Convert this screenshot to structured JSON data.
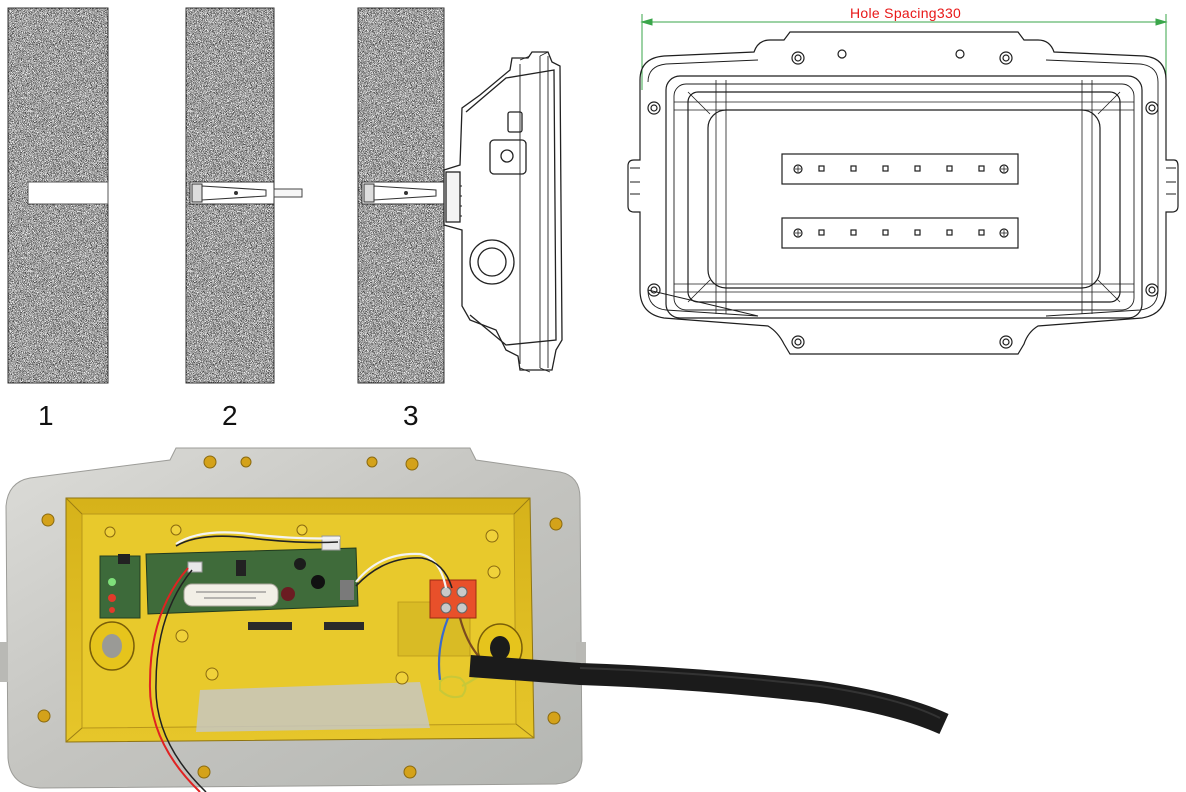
{
  "steps": {
    "labels": [
      "1",
      "2",
      "3"
    ]
  },
  "drawing": {
    "dimension_label": "Hole Spacing330"
  },
  "colors": {
    "dimension_text": "#e81818",
    "dimension_line": "#3aa64a",
    "outline": "#222222",
    "housing_yellow": "#e4c21c",
    "base_metal": "#c9c9c5",
    "pcb_green": "#3f6b3a",
    "terminal_red": "#e8502a",
    "cable_black": "#1b1b1b"
  }
}
